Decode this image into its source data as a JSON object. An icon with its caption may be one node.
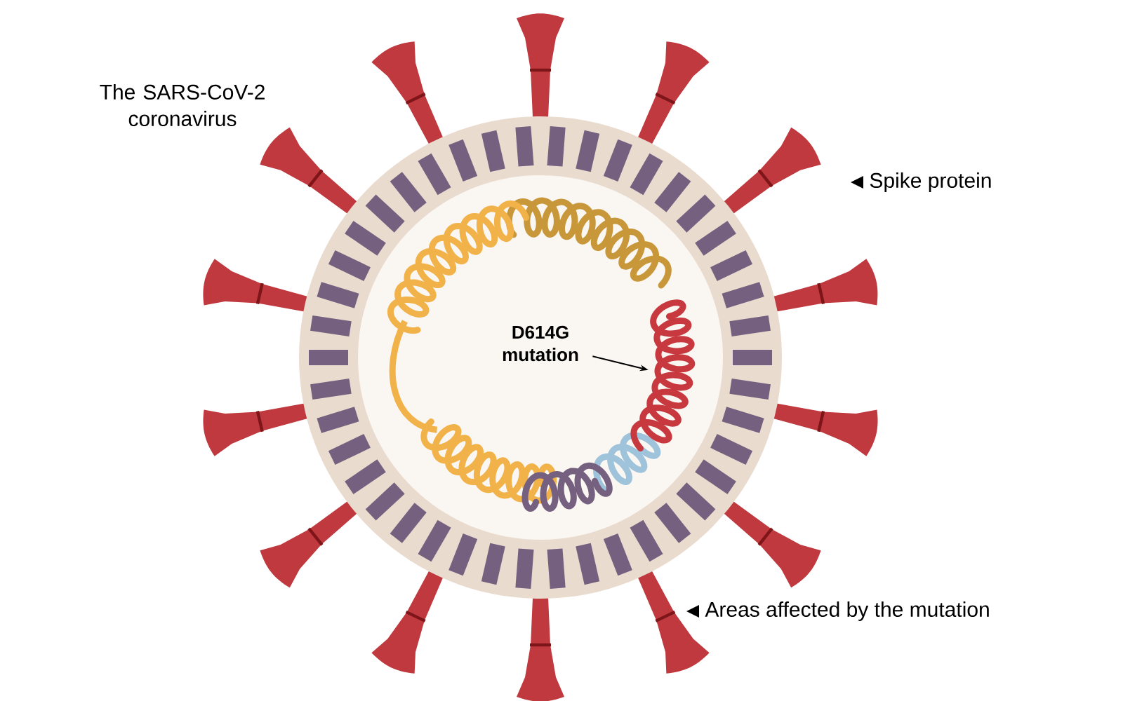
{
  "diagram": {
    "nodes": [
      {
        "text": [
          "D614G mutation"
        ]
      },
      {
        "text": [],
        "shape": "picture"
      }
    ],
    "edges": [
      {
        "from": 0,
        "to": 1,
        "arrow": "to"
      }
    ],
    "labels": [
      "The SARS-CoV-2 coronavirus",
      "Spike protein",
      "Areas affected by the mutation"
    ]
  }
}
